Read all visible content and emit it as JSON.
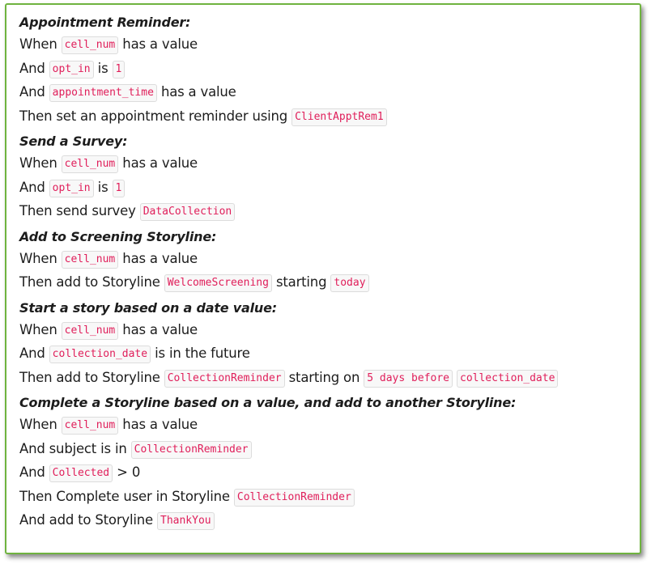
{
  "sections": [
    {
      "title": "Appointment Reminder:",
      "lines": [
        [
          {
            "t": "When "
          },
          {
            "c": "cell_num"
          },
          {
            "t": " has a value"
          }
        ],
        [
          {
            "t": "And "
          },
          {
            "c": "opt_in"
          },
          {
            "t": " is "
          },
          {
            "c": "1"
          }
        ],
        [
          {
            "t": "And "
          },
          {
            "c": "appointment_time"
          },
          {
            "t": " has a value"
          }
        ],
        [
          {
            "t": "Then set an appointment reminder using "
          },
          {
            "c": "ClientApptRem1"
          }
        ]
      ]
    },
    {
      "title": "Send a Survey:",
      "lines": [
        [
          {
            "t": "When "
          },
          {
            "c": "cell_num"
          },
          {
            "t": " has a value"
          }
        ],
        [
          {
            "t": "And "
          },
          {
            "c": "opt_in"
          },
          {
            "t": " is "
          },
          {
            "c": "1"
          }
        ],
        [
          {
            "t": "Then send survey "
          },
          {
            "c": "DataCollection"
          }
        ]
      ]
    },
    {
      "title": "Add to Screening Storyline:",
      "lines": [
        [
          {
            "t": "When "
          },
          {
            "c": "cell_num"
          },
          {
            "t": " has a value"
          }
        ],
        [
          {
            "t": "Then add to Storyline "
          },
          {
            "c": "WelcomeScreening"
          },
          {
            "t": " starting "
          },
          {
            "c": "today"
          }
        ]
      ]
    },
    {
      "title": "Start a story based on a date value:",
      "lines": [
        [
          {
            "t": "When "
          },
          {
            "c": "cell_num"
          },
          {
            "t": " has a value"
          }
        ],
        [
          {
            "t": "And "
          },
          {
            "c": "collection_date"
          },
          {
            "t": " is in the future"
          }
        ],
        [
          {
            "t": "Then add to Storyline "
          },
          {
            "c": "CollectionReminder"
          },
          {
            "t": " starting on "
          },
          {
            "c": "5 days before"
          },
          {
            "g": 1
          },
          {
            "c": "collection_date"
          }
        ]
      ]
    },
    {
      "title": "Complete a Storyline based on a value, and add to another Storyline:",
      "lines": [
        [
          {
            "t": "When "
          },
          {
            "c": "cell_num"
          },
          {
            "t": " has a value"
          }
        ],
        [
          {
            "t": "And subject is in "
          },
          {
            "c": "CollectionReminder"
          }
        ],
        [
          {
            "t": "And "
          },
          {
            "c": "Collected"
          },
          {
            "t": " > 0"
          }
        ],
        [
          {
            "t": "Then Complete user in Storyline "
          },
          {
            "c": "CollectionReminder"
          }
        ],
        [
          {
            "t": "And add to Storyline "
          },
          {
            "c": "ThankYou"
          }
        ]
      ]
    }
  ]
}
